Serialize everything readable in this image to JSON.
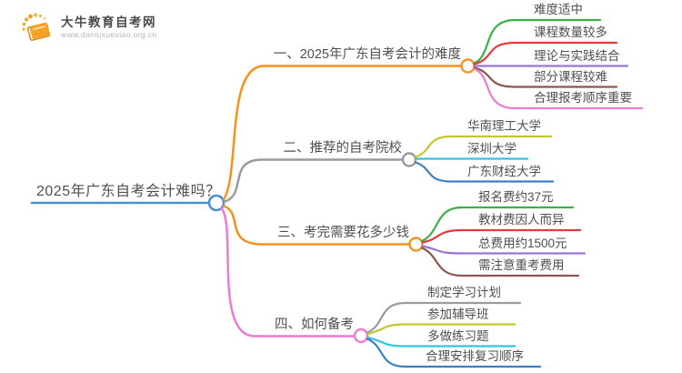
{
  "logo": {
    "site_name": "大牛教育自考网",
    "site_url": "www.daniuxuexiao.org.cn",
    "icon": "book-with-rays-icon",
    "brand_color": "#f59d23"
  },
  "mindmap": {
    "root": {
      "label": "2025年广东自考会计难吗？",
      "color": "#4a90d2"
    },
    "branches": [
      {
        "label": "一、2025年广东自考会计的难度",
        "color": "#f5921e",
        "children": [
          {
            "label": "难度适中",
            "color": "#3cb04a"
          },
          {
            "label": "课程数量较多",
            "color": "#e03c3c"
          },
          {
            "label": "理论与实践结合",
            "color": "#9c75d3"
          },
          {
            "label": "部分课程较难",
            "color": "#8d564e"
          },
          {
            "label": "合理报考顺序重要",
            "color": "#ee7bd3"
          }
        ]
      },
      {
        "label": "二、推荐的自考院校",
        "color": "#9a9a9a",
        "children": [
          {
            "label": "华南理工大学",
            "color": "#c6c62f"
          },
          {
            "label": "深圳大学",
            "color": "#35c2e4"
          },
          {
            "label": "广东财经大学",
            "color": "#3b7fc4"
          }
        ]
      },
      {
        "label": "三、考完需要花多少钱",
        "color": "#f5921e",
        "children": [
          {
            "label": "报名费约37元",
            "color": "#3cb04a"
          },
          {
            "label": "教材费因人而异",
            "color": "#e03c3c"
          },
          {
            "label": "总费用约1500元",
            "color": "#9c75d3"
          },
          {
            "label": "需注意重考费用",
            "color": "#8d564e"
          }
        ]
      },
      {
        "label": "四、如何备考",
        "color": "#ee7bd3",
        "children": [
          {
            "label": "制定学习计划",
            "color": "#9a9a9a"
          },
          {
            "label": "参加辅导班",
            "color": "#c6c62f"
          },
          {
            "label": "多做练习题",
            "color": "#35c2e4"
          },
          {
            "label": "合理安排复习顺序",
            "color": "#3b7fc4"
          }
        ]
      }
    ]
  }
}
